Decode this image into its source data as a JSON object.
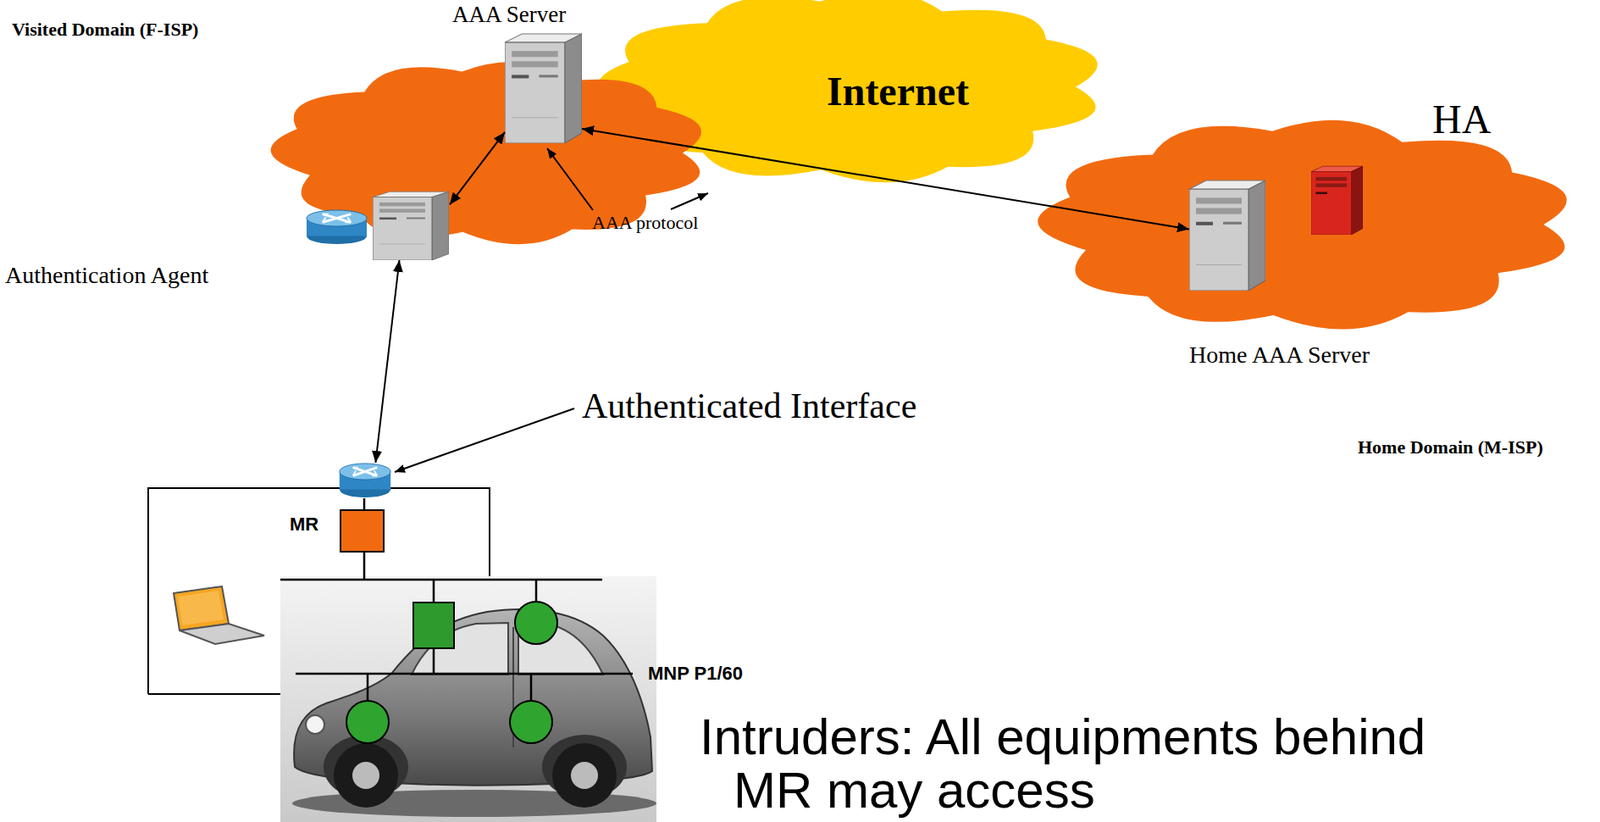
{
  "diagram": {
    "nodes": [
      {
        "text": [
          "Visited Domain (F-ISP)"
        ]
      },
      {
        "text": [
          "AAA Server"
        ],
        "in": 0
      },
      {
        "text": [
          "Authentication Agent"
        ],
        "in": 0
      },
      {
        "text": [
          "Internet"
        ]
      },
      {
        "text": [
          "Home Domain (M-ISP)"
        ]
      },
      {
        "text": [
          "HA"
        ],
        "in": 4
      },
      {
        "text": [
          "Home AAA Server"
        ],
        "in": 4
      },
      {
        "text": [
          "MR"
        ]
      }
    ],
    "edges": [
      {
        "from": 2,
        "to": 1,
        "arrow": "both"
      },
      {
        "from": 1,
        "to": 6,
        "arrow": "both"
      },
      {
        "from": 2,
        "to": 7,
        "arrow": "both"
      }
    ],
    "labels": [
      "AAA protocol",
      "Authenticated Interface",
      "MNP P1/60",
      "Intruders: All equipments behind MR may access"
    ]
  }
}
